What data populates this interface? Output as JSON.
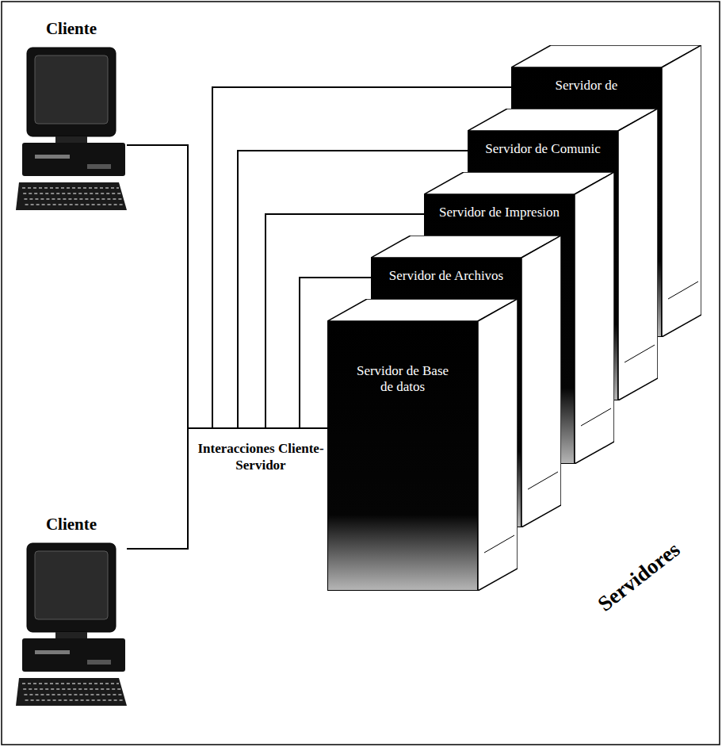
{
  "diagram": {
    "nodes": [
      {
        "text": [
          "Cliente"
        ]
      },
      {
        "text": [
          "Cliente"
        ]
      },
      {
        "text": [
          "Servidor de"
        ]
      },
      {
        "text": [
          "Servidor de Comunic"
        ]
      },
      {
        "text": [
          "Servidor de Impresion"
        ]
      },
      {
        "text": [
          "Servidor de Archivos"
        ]
      },
      {
        "text": [
          "Servidor de Base de datos"
        ]
      }
    ],
    "edges": [
      {
        "from": 0,
        "to": 2,
        "arrow": "none"
      },
      {
        "from": 0,
        "to": 3,
        "arrow": "none"
      },
      {
        "from": 0,
        "to": 4,
        "arrow": "none"
      },
      {
        "from": 0,
        "to": 5,
        "arrow": "none"
      },
      {
        "from": 0,
        "to": 6,
        "arrow": "none"
      },
      {
        "from": 1,
        "to": 2,
        "arrow": "none"
      },
      {
        "from": 1,
        "to": 3,
        "arrow": "none"
      },
      {
        "from": 1,
        "to": 4,
        "arrow": "none"
      },
      {
        "from": 1,
        "to": 5,
        "arrow": "none"
      },
      {
        "from": 1,
        "to": 6,
        "arrow": "none"
      }
    ],
    "labels": [
      "Interacciones Cliente-Servidor",
      "Servidores"
    ]
  }
}
